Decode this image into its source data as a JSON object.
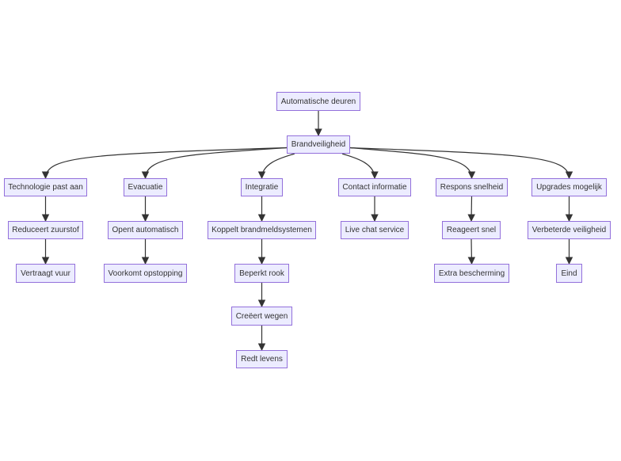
{
  "diagram": {
    "type": "flowchart",
    "direction": "top-down",
    "colors": {
      "node_fill": "#ECECFF",
      "node_border": "#9370DB",
      "edge": "#333333",
      "text": "#333333"
    },
    "nodes": [
      {
        "id": "A",
        "label": "Automatische deuren"
      },
      {
        "id": "B",
        "label": "Brandveiligheid"
      },
      {
        "id": "C",
        "label": "Technologie past aan"
      },
      {
        "id": "D",
        "label": "Evacuatie"
      },
      {
        "id": "E",
        "label": "Integratie"
      },
      {
        "id": "F",
        "label": "Contact informatie"
      },
      {
        "id": "G",
        "label": "Respons snelheid"
      },
      {
        "id": "H",
        "label": "Upgrades mogelijk"
      },
      {
        "id": "C1",
        "label": "Reduceert zuurstof"
      },
      {
        "id": "D1",
        "label": "Opent automatisch"
      },
      {
        "id": "E1",
        "label": "Koppelt brandmeldsystemen"
      },
      {
        "id": "F1",
        "label": "Live chat service"
      },
      {
        "id": "G1",
        "label": "Reageert snel"
      },
      {
        "id": "H1",
        "label": "Verbeterde veiligheid"
      },
      {
        "id": "C2",
        "label": "Vertraagt vuur"
      },
      {
        "id": "D2",
        "label": "Voorkomt opstopping"
      },
      {
        "id": "E2",
        "label": "Beperkt rook"
      },
      {
        "id": "G2",
        "label": "Extra bescherming"
      },
      {
        "id": "H2",
        "label": "Eind"
      },
      {
        "id": "E3",
        "label": "Creëert wegen"
      },
      {
        "id": "E4",
        "label": "Redt levens"
      }
    ],
    "edges": [
      [
        "A",
        "B"
      ],
      [
        "B",
        "C"
      ],
      [
        "B",
        "D"
      ],
      [
        "B",
        "E"
      ],
      [
        "B",
        "F"
      ],
      [
        "B",
        "G"
      ],
      [
        "B",
        "H"
      ],
      [
        "C",
        "C1"
      ],
      [
        "C1",
        "C2"
      ],
      [
        "D",
        "D1"
      ],
      [
        "D1",
        "D2"
      ],
      [
        "E",
        "E1"
      ],
      [
        "E1",
        "E2"
      ],
      [
        "E2",
        "E3"
      ],
      [
        "E3",
        "E4"
      ],
      [
        "F",
        "F1"
      ],
      [
        "G",
        "G1"
      ],
      [
        "G1",
        "G2"
      ],
      [
        "H",
        "H1"
      ],
      [
        "H1",
        "H2"
      ]
    ]
  }
}
